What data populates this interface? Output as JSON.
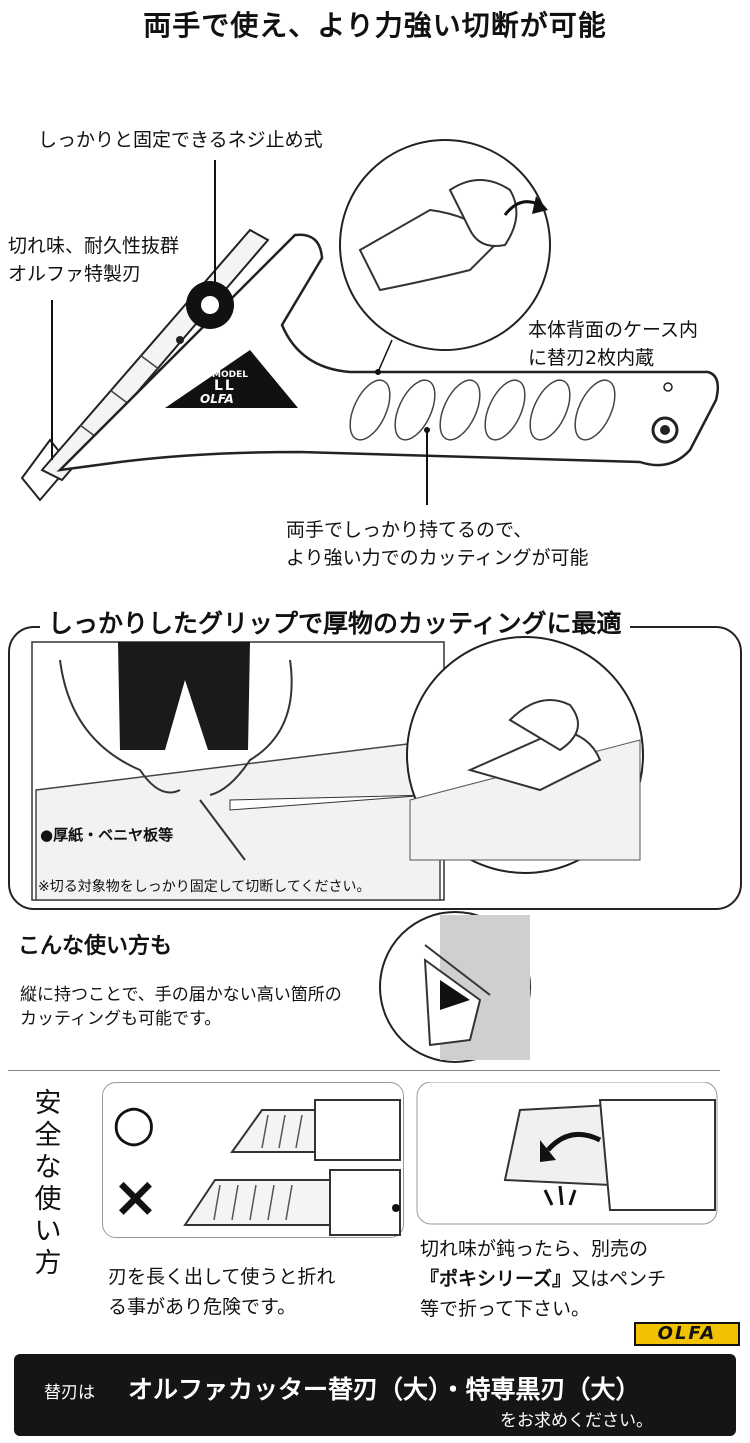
{
  "title": "両手で使え、より力強い切断が可能",
  "top_callouts": {
    "screw": "しっかりと固定できるネジ止め式",
    "blade_line1": "切れ味、耐久性抜群",
    "blade_line2": "オルファ特製刃",
    "case_line1": "本体背面のケース内",
    "case_line2": "に替刃2枚内蔵",
    "grip_line1": "両手でしっかり持てるので、",
    "grip_line2": "より強い力でのカッティングが可能"
  },
  "product_badge": {
    "model": "MODEL",
    "code": "LL",
    "brand": "OLFA"
  },
  "grip_section": {
    "title": "しっかりしたグリップで厚物のカッティングに最適",
    "material": "●厚紙・ベニヤ板等",
    "note": "※切る対象物をしっかり固定して切断してください。"
  },
  "other_use": {
    "heading": "こんな使い方も",
    "line1": "縦に持つことで、手の届かない高い箇所の",
    "line2": "カッティングも可能です。"
  },
  "safety": {
    "vertical_title": [
      "安",
      "全",
      "な",
      "使",
      "い",
      "方"
    ],
    "ok_symbol": "○",
    "ng_symbol": "×",
    "left_caption_line1": "刃を長く出して使うと折れ",
    "left_caption_line2": "る事があり危険です。",
    "right_caption_line1": "切れ味が鈍ったら、別売の",
    "right_caption_line2a": "『ポキシリーズ』",
    "right_caption_line2b": "又はペンチ",
    "right_caption_line3": "等で折って下さい。"
  },
  "brand_logo": "OLFA",
  "banner": {
    "prefix": "替刃は",
    "main": "オルファカッター替刃（大）・特専黒刃（大）",
    "suffix": "をお求めください。"
  },
  "colors": {
    "logo_yellow": "#f2c200",
    "banner_bg": "#151515",
    "line": "#222222"
  }
}
